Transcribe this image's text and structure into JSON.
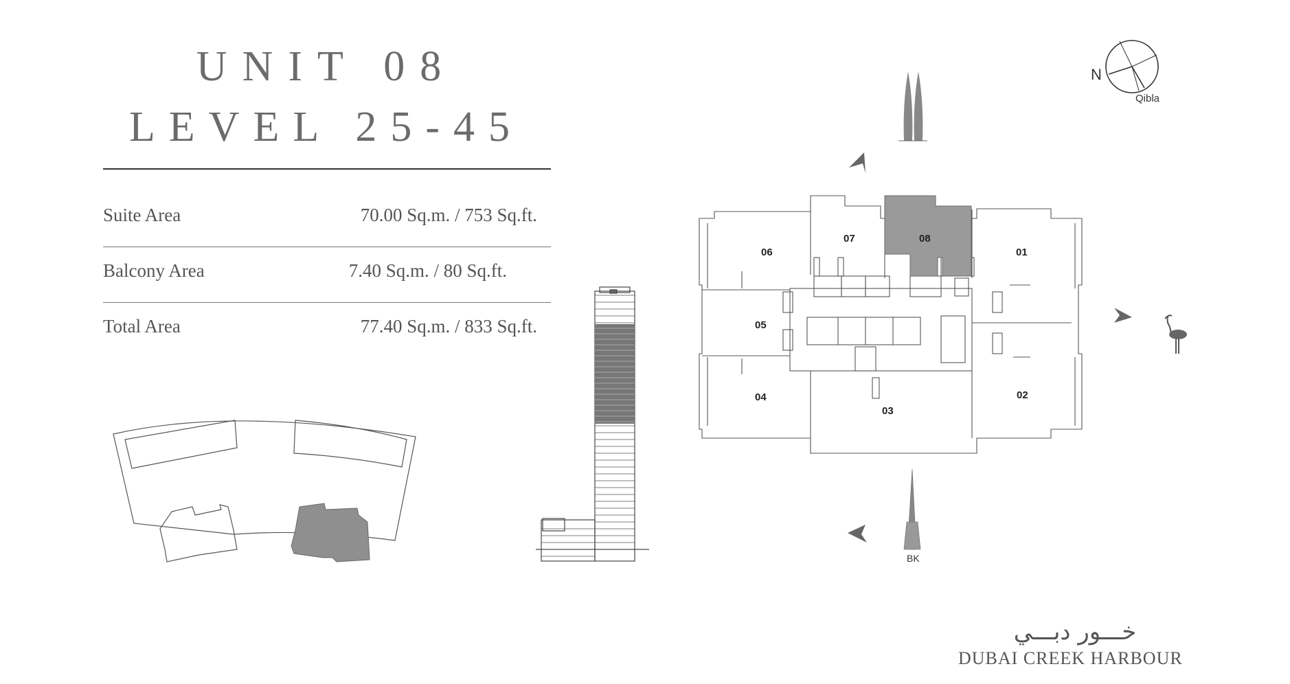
{
  "header": {
    "unit_title": "UNIT 08",
    "level_title": "LEVEL 25-45"
  },
  "areas": [
    {
      "label": "Suite Area",
      "value": "70.00 Sq.m. / 753 Sq.ft."
    },
    {
      "label": "Balcony Area",
      "value": "7.40 Sq.m. / 80 Sq.ft."
    },
    {
      "label": "Total Area",
      "value": "77.40 Sq.m. / 833 Sq.ft."
    }
  ],
  "floor_plan": {
    "units": [
      "01",
      "02",
      "03",
      "04",
      "05",
      "06",
      "07",
      "08"
    ],
    "highlighted_unit": "08",
    "highlight_color": "#9a9a9a"
  },
  "compass": {
    "north_label": "N",
    "qibla_label": "Qibla"
  },
  "landmarks": {
    "burj_khalifa_label": "BK"
  },
  "brand": {
    "arabic_name": "خـــور دبـــي",
    "english_name": "DUBAI CREEK HARBOUR"
  },
  "colors": {
    "line": "#555555",
    "fill_highlight": "#8f8f8f",
    "text": "#555555"
  }
}
